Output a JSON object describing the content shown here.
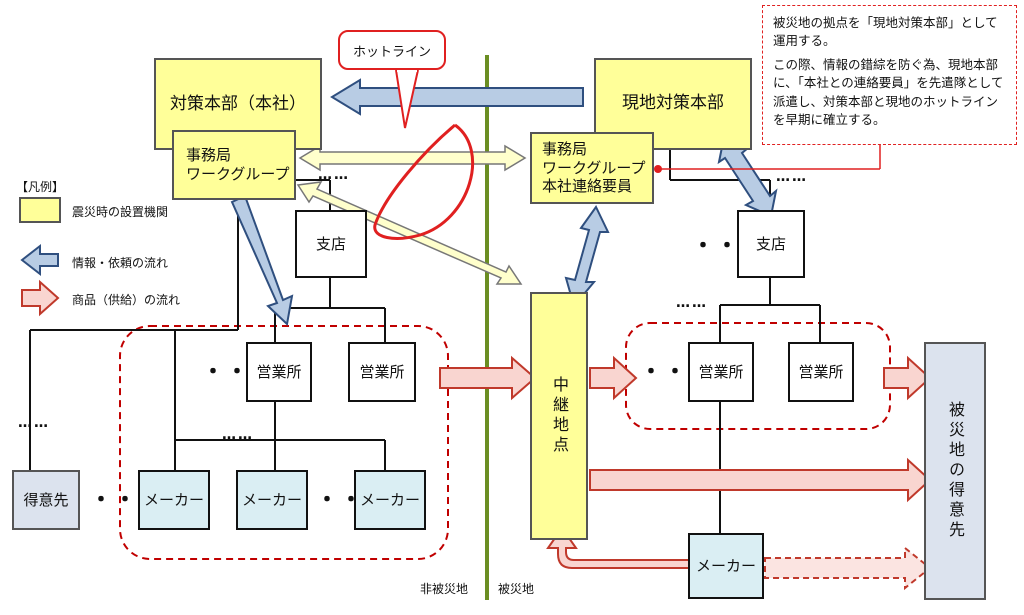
{
  "nodes": {
    "hq": "対策本部（本社）",
    "hq_office_l1": "事務局",
    "hq_office_l2": "ワークグループ",
    "field_hq": "現地対策本部",
    "field_office_l1": "事務局",
    "field_office_l2": "ワークグループ",
    "field_office_l3": "本社連絡要員",
    "branch_left": "支店",
    "branch_right": "支店",
    "sales_office": "営業所",
    "relay": "中継地点",
    "customer_left": "得意先",
    "maker": "メーカー",
    "disaster_customer": "被災地の得意先"
  },
  "hotline": "ホットライン",
  "note": {
    "line1": "被災地の拠点を「現地対策本部」として運用する。",
    "line2": "この際、情報の錯綜を防ぐ為、現地本部に、「本社との連絡要員」を先遣隊として派遣し、対策本部と現地のホットラインを早期に確立する。"
  },
  "legend": {
    "title": "【凡例】",
    "item1": "震災時の設置機関",
    "item2": "情報・依頼の流れ",
    "item3": "商品（供給）の流れ"
  },
  "regions": {
    "non_disaster": "非被災地",
    "disaster": "被災地"
  },
  "ellipsis": "・・・",
  "dots": "……",
  "colors": {
    "yellow": "#ffff99",
    "blue_arrow": "#b8cce4",
    "red_arrow": "#c0392b",
    "divider": "#6b8e23"
  }
}
